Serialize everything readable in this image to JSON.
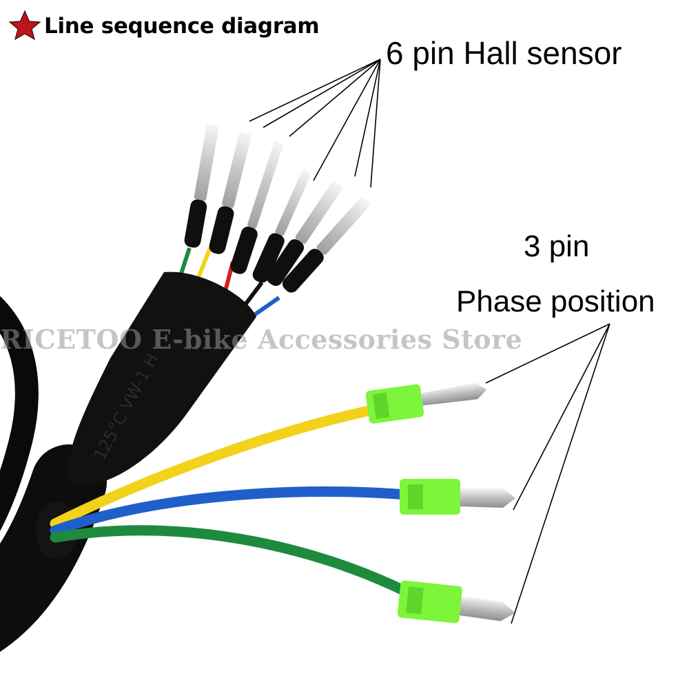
{
  "title": {
    "icon": "star-icon",
    "icon_color": "#c0141b",
    "text": "Line sequence diagram"
  },
  "labels": {
    "hall_sensor": "6 pin Hall sensor",
    "phase_pin_count": "3 pin",
    "phase_position": "Phase position"
  },
  "watermark": "RICETOO E-bike Accessories Store",
  "sleeve_print": "125°C  VW-1  H",
  "hall_wire_colors": [
    "#1e8a3e",
    "#f2d21a",
    "#d81e1e",
    "#111111",
    "#1f5fc9"
  ],
  "phase_wire_colors": [
    "#f2d21a",
    "#1f5fc9",
    "#1e8a3e"
  ],
  "connector_color": "#7cf53a"
}
